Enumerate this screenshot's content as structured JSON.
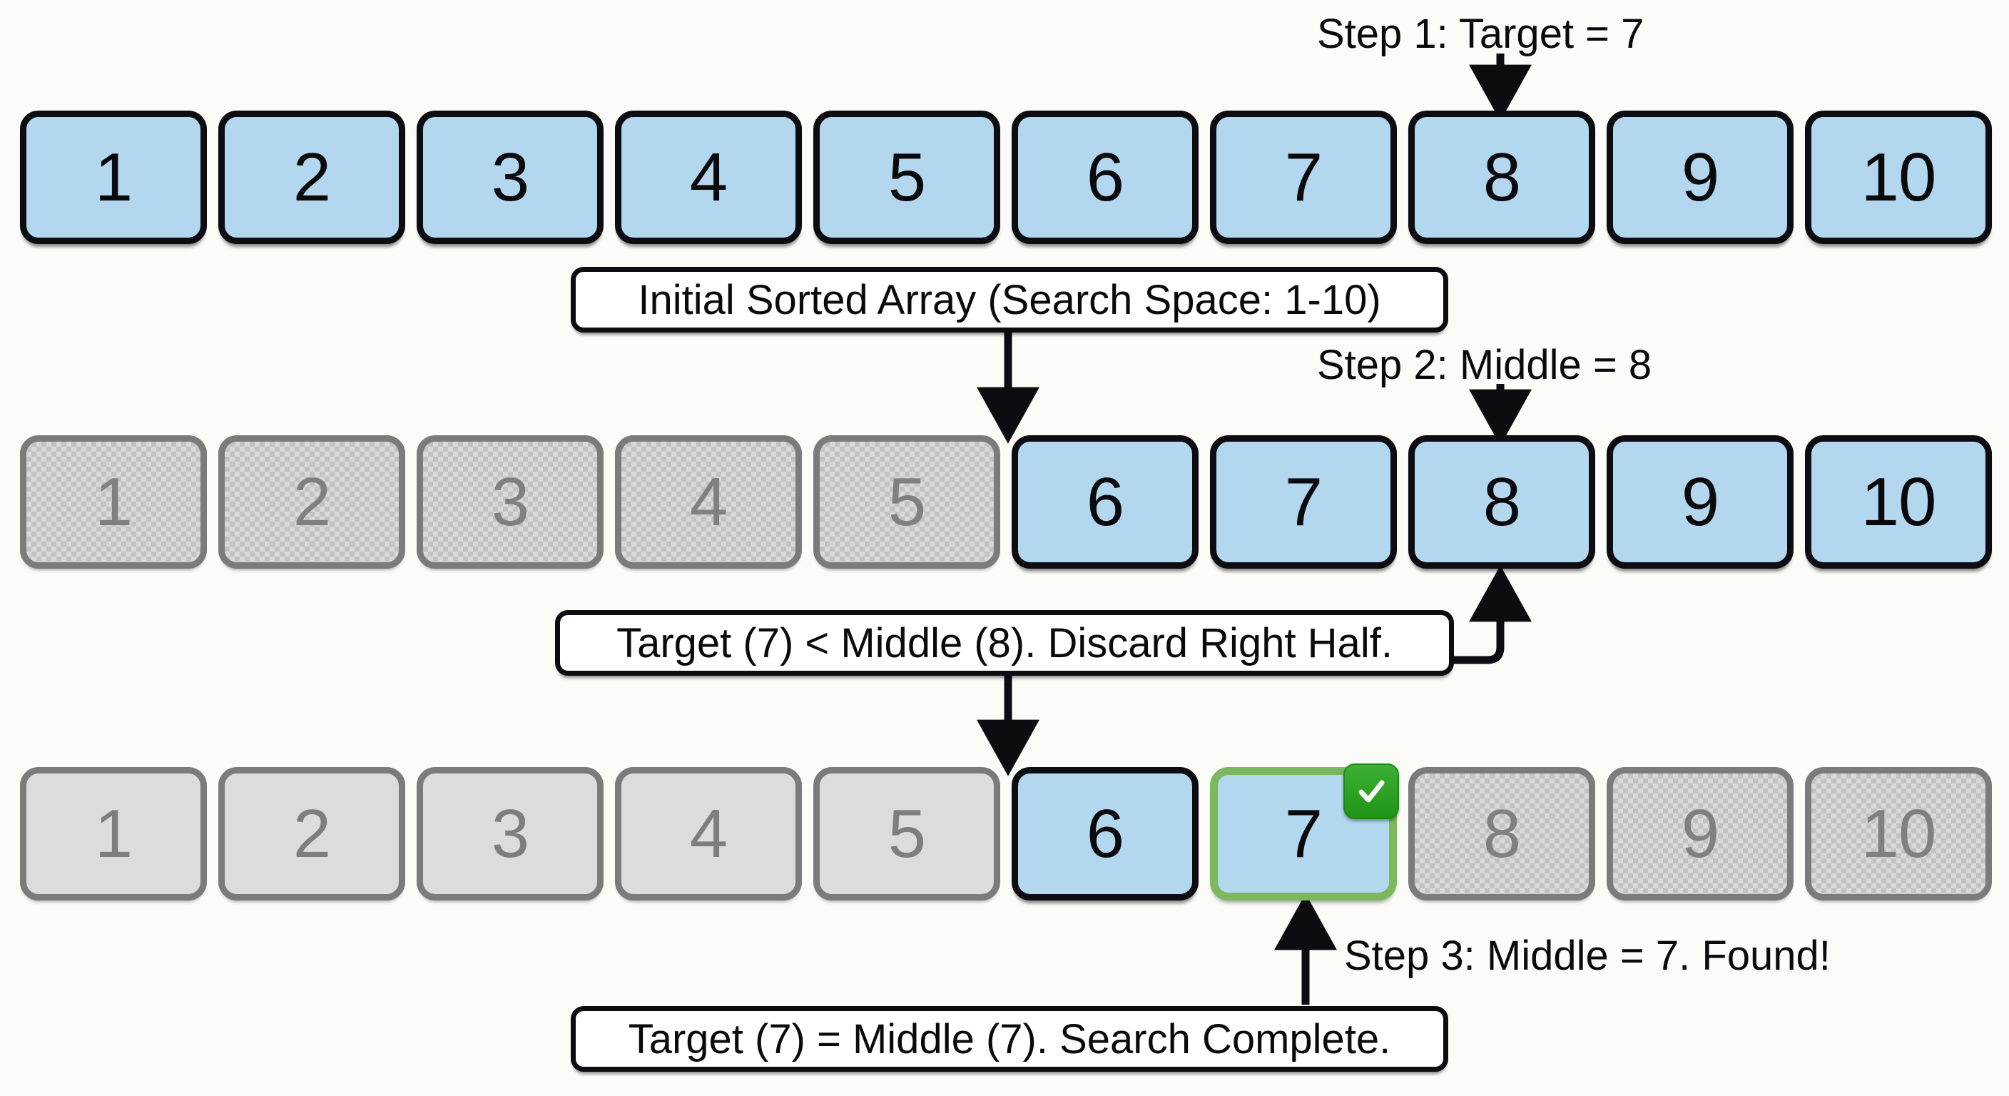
{
  "diagram": {
    "title": "Binary Search Visualization",
    "colors": {
      "active_fill": "#b4d7f0",
      "active_border": "#0d0d11",
      "discarded_fill": "#d9d9d9",
      "discarded_border": "#7b7b7b",
      "found_border": "#7cb85c",
      "check_badge": "#2aa520",
      "background": "#fbfbf8"
    },
    "rows": [
      {
        "id": "row-initial",
        "cells": [
          {
            "value": "1",
            "state": "active"
          },
          {
            "value": "2",
            "state": "active"
          },
          {
            "value": "3",
            "state": "active"
          },
          {
            "value": "4",
            "state": "active"
          },
          {
            "value": "5",
            "state": "active"
          },
          {
            "value": "6",
            "state": "active"
          },
          {
            "value": "7",
            "state": "active"
          },
          {
            "value": "8",
            "state": "active"
          },
          {
            "value": "9",
            "state": "active"
          },
          {
            "value": "10",
            "state": "active"
          }
        ]
      },
      {
        "id": "row-step2",
        "cells": [
          {
            "value": "1",
            "state": "hatched"
          },
          {
            "value": "2",
            "state": "hatched"
          },
          {
            "value": "3",
            "state": "hatched"
          },
          {
            "value": "4",
            "state": "hatched"
          },
          {
            "value": "5",
            "state": "hatched"
          },
          {
            "value": "6",
            "state": "active"
          },
          {
            "value": "7",
            "state": "active"
          },
          {
            "value": "8",
            "state": "active"
          },
          {
            "value": "9",
            "state": "active"
          },
          {
            "value": "10",
            "state": "active"
          }
        ]
      },
      {
        "id": "row-step3",
        "cells": [
          {
            "value": "1",
            "state": "dim"
          },
          {
            "value": "2",
            "state": "dim"
          },
          {
            "value": "3",
            "state": "dim"
          },
          {
            "value": "4",
            "state": "dim"
          },
          {
            "value": "5",
            "state": "dim"
          },
          {
            "value": "6",
            "state": "active"
          },
          {
            "value": "7",
            "state": "found",
            "badge": "check-icon"
          },
          {
            "value": "8",
            "state": "hatched"
          },
          {
            "value": "9",
            "state": "hatched"
          },
          {
            "value": "10",
            "state": "hatched"
          }
        ]
      }
    ],
    "step_notes": [
      {
        "id": "step-1-note",
        "text": "Step 1: Target = 7"
      },
      {
        "id": "step-2-note",
        "text": "Step 2: Middle = 8"
      },
      {
        "id": "step-3-note",
        "text": "Step 3: Middle = 7. Found!"
      }
    ],
    "callouts": [
      {
        "id": "callout-initial",
        "text": "Initial Sorted Array (Search Space: 1-10)"
      },
      {
        "id": "callout-discard",
        "text": "Target (7) < Middle (8). Discard Right Half."
      },
      {
        "id": "callout-complete",
        "text": "Target (7) = Middle (7). Search Complete."
      }
    ]
  }
}
